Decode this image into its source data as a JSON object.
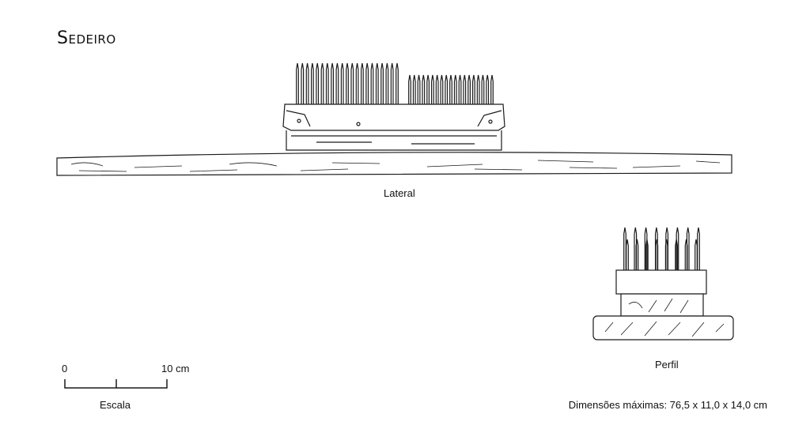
{
  "title": "Sedeiro",
  "views": {
    "lateral_label": "Lateral",
    "profile_label": "Perfil"
  },
  "scale": {
    "start_label": "0",
    "end_label": "10 cm",
    "caption": "Escala"
  },
  "dimensions": "Dimensões máximas: 76,5 x 11,0 x 14,0 cm",
  "colors": {
    "line": "#1a1a1a",
    "background": "#ffffff"
  }
}
